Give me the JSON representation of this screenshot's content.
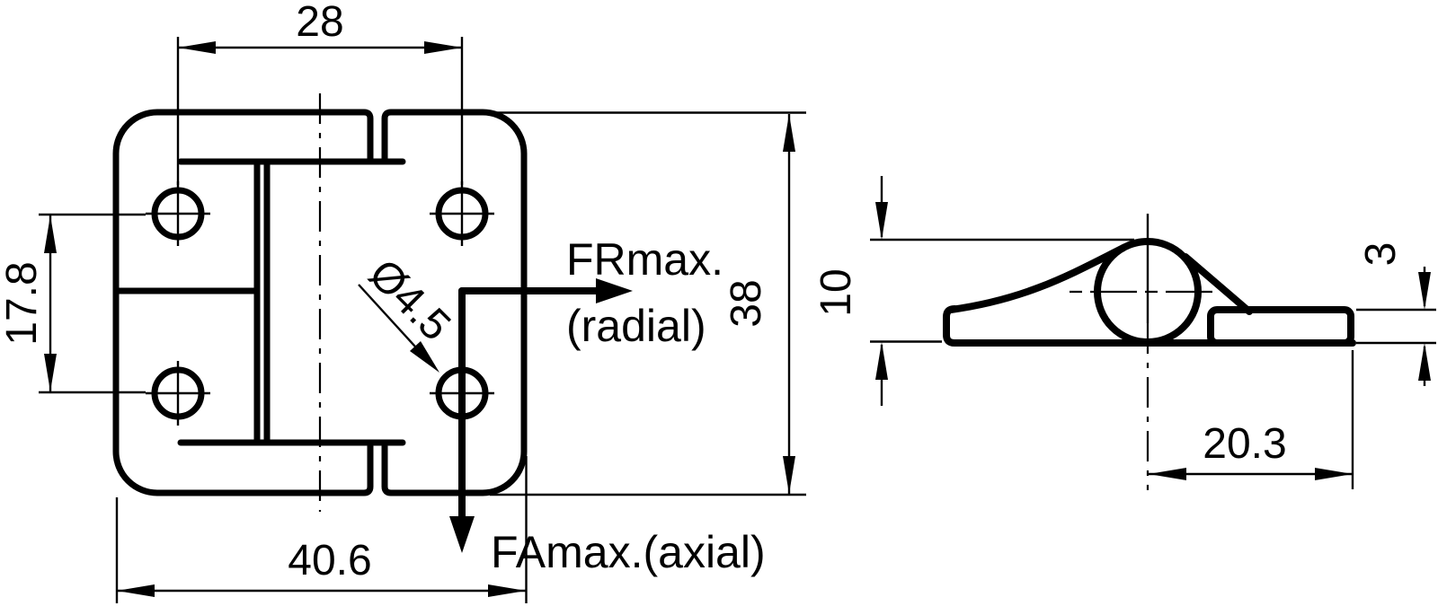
{
  "drawing": {
    "kind": "hinge-technical-drawing",
    "colors": {
      "line": "#000000",
      "background": "#ffffff"
    },
    "front_view": {
      "dim_hole_spacing_horizontal": "28",
      "dim_hole_spacing_vertical": "17.8",
      "dim_overall_width": "40.6",
      "dim_overall_height": "38",
      "dim_hole_diameter": "Ø4.5",
      "label_radial_force": "FRmax.",
      "label_radial_qualifier": "(radial)",
      "label_axial_force": "FAmax.(axial)"
    },
    "side_view": {
      "dim_overall_height": "10",
      "dim_leaf_thickness": "3",
      "dim_pin_to_end": "20.3"
    }
  }
}
